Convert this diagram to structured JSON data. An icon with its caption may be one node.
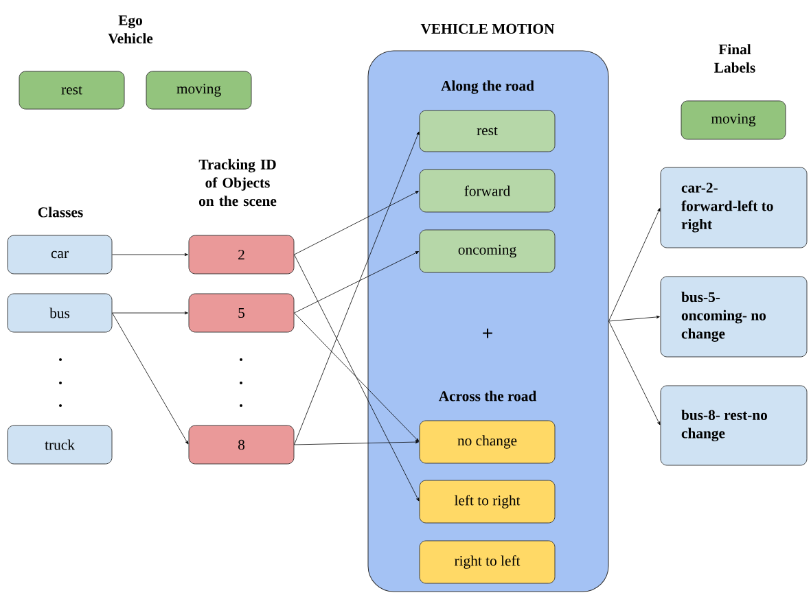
{
  "diagram": {
    "nodes": [
      {
        "text": [
          "rest"
        ]
      },
      {
        "text": [
          "moving"
        ]
      },
      {
        "text": [
          "car"
        ]
      },
      {
        "text": [
          "bus"
        ]
      },
      {
        "text": [
          "truck"
        ]
      },
      {
        "text": [
          "2"
        ]
      },
      {
        "text": [
          "5"
        ]
      },
      {
        "text": [
          "8"
        ]
      },
      {
        "text": [
          "VEHICLE MOTION",
          "Along the road",
          "+",
          "Across the road"
        ]
      },
      {
        "text": [
          "rest"
        ],
        "in": 8
      },
      {
        "text": [
          "forward"
        ],
        "in": 8
      },
      {
        "text": [
          "oncoming"
        ],
        "in": 8
      },
      {
        "text": [
          "no change"
        ],
        "in": 8
      },
      {
        "text": [
          "left to right"
        ],
        "in": 8
      },
      {
        "text": [
          "right to left"
        ],
        "in": 8
      },
      {
        "text": [
          "moving"
        ]
      },
      {
        "text": [
          "car-2- forward-left to right"
        ]
      },
      {
        "text": [
          "bus-5- oncoming- no change"
        ]
      },
      {
        "text": [
          "bus-8- rest-no change"
        ]
      }
    ],
    "edges": [
      {
        "from": 2,
        "to": 5,
        "arrow": "to"
      },
      {
        "from": 3,
        "to": 6,
        "arrow": "to"
      },
      {
        "from": 3,
        "to": 7,
        "arrow": "to"
      },
      {
        "from": 5,
        "to": 10,
        "arrow": "to"
      },
      {
        "from": 5,
        "to": 13,
        "arrow": "to"
      },
      {
        "from": 6,
        "to": 11,
        "arrow": "to"
      },
      {
        "from": 6,
        "to": 12,
        "arrow": "to"
      },
      {
        "from": 7,
        "to": 9,
        "arrow": "to"
      },
      {
        "from": 7,
        "to": 12,
        "arrow": "to"
      },
      {
        "from": 8,
        "to": 16,
        "arrow": "to"
      },
      {
        "from": 8,
        "to": 17,
        "arrow": "to"
      },
      {
        "from": 8,
        "to": 18,
        "arrow": "to"
      }
    ],
    "labels": [
      "Ego Vehicle",
      "Classes",
      "Tracking ID of Objects on the scene",
      "Final Labels"
    ]
  }
}
